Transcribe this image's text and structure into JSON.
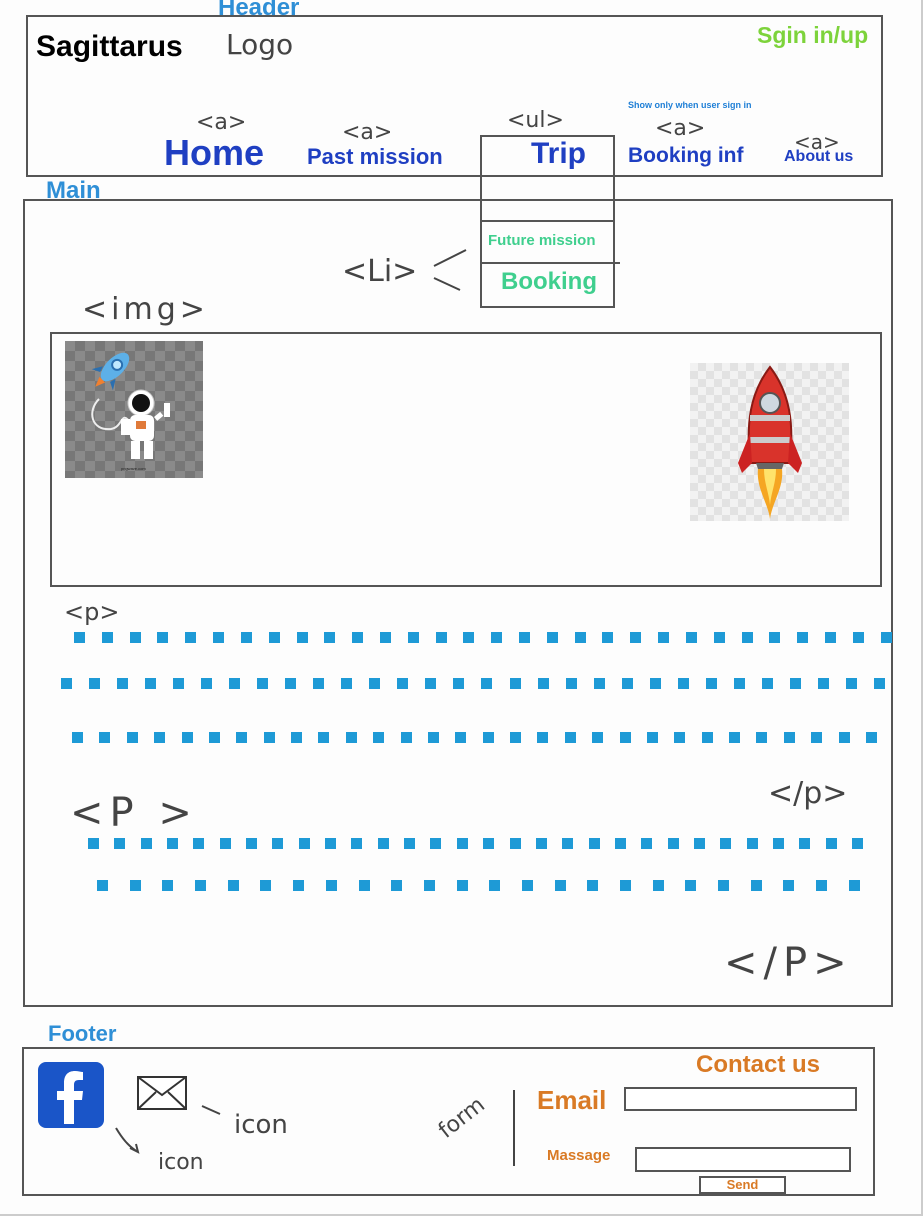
{
  "header": {
    "section_label": "Header",
    "brand": "Sagittarus",
    "logo_note": "Logo",
    "sign_in": "Sgin in/up",
    "signin_note": "Show only when user sign in",
    "nav_items": [
      {
        "tag": "<a>",
        "label": "Home"
      },
      {
        "tag": "<a>",
        "label": "Past mission"
      },
      {
        "tag": "<ul>",
        "label": "Trip"
      },
      {
        "tag": "<a>",
        "label": "Booking inf"
      },
      {
        "tag": "<a>",
        "label": "About us"
      }
    ],
    "dropdown": {
      "items": [
        "Future mission",
        "Booking"
      ],
      "tag": "<Li>"
    }
  },
  "main": {
    "section_label": "Main",
    "img_tag": "<img>",
    "images": [
      {
        "icon": "astronaut-rocket-icon",
        "caption": "pngwave.com"
      },
      {
        "icon": "red-rocket-icon"
      }
    ],
    "p_open_1": "<p>",
    "p_close_1": "</p>",
    "p_open_2": "<P >",
    "p_close_2": "</P>"
  },
  "footer": {
    "section_label": "Footer",
    "icon_note_1": "icon",
    "icon_note_2": "icon",
    "form_note": "form",
    "contact_title": "Contact us",
    "email_label": "Email",
    "message_label": "Massage",
    "send_label": "Send"
  },
  "colors": {
    "section_label": "#2f8fd6",
    "nav": "#1f3fc2",
    "sign_in": "#7dd33b",
    "dropdown": "#3fcf8e",
    "placeholder_dots": "#1e9ad6",
    "form": "#d97a25",
    "facebook": "#1a55c8"
  }
}
